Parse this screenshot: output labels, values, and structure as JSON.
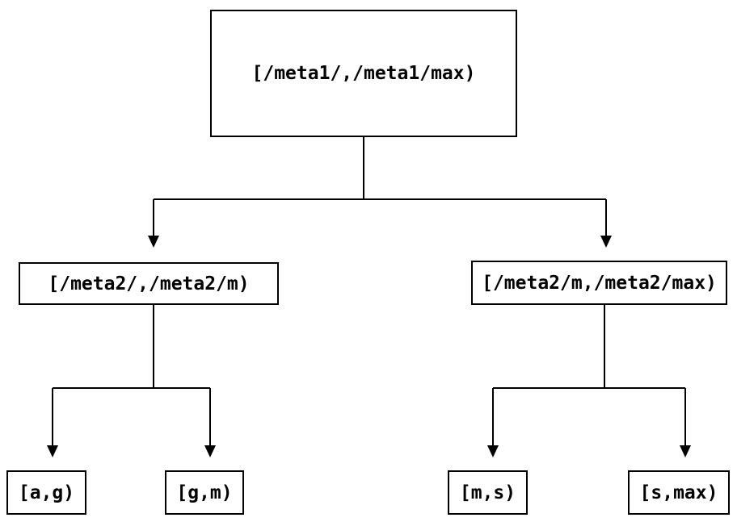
{
  "diagram": {
    "title": "range-partition-tree",
    "colors": {
      "background": "#ffffff",
      "line": "#000000",
      "text": "#000000"
    },
    "tree": {
      "root": {
        "label": "[/meta1/,/meta1/max)"
      },
      "children": [
        {
          "label": "[/meta2/,/meta2/m)"
        },
        {
          "label": "[/meta2/m,/meta2/max)"
        }
      ],
      "leaves": [
        {
          "label": "[a,g)"
        },
        {
          "label": "[g,m)"
        },
        {
          "label": "[m,s)"
        },
        {
          "label": "[s,max)"
        }
      ]
    }
  }
}
